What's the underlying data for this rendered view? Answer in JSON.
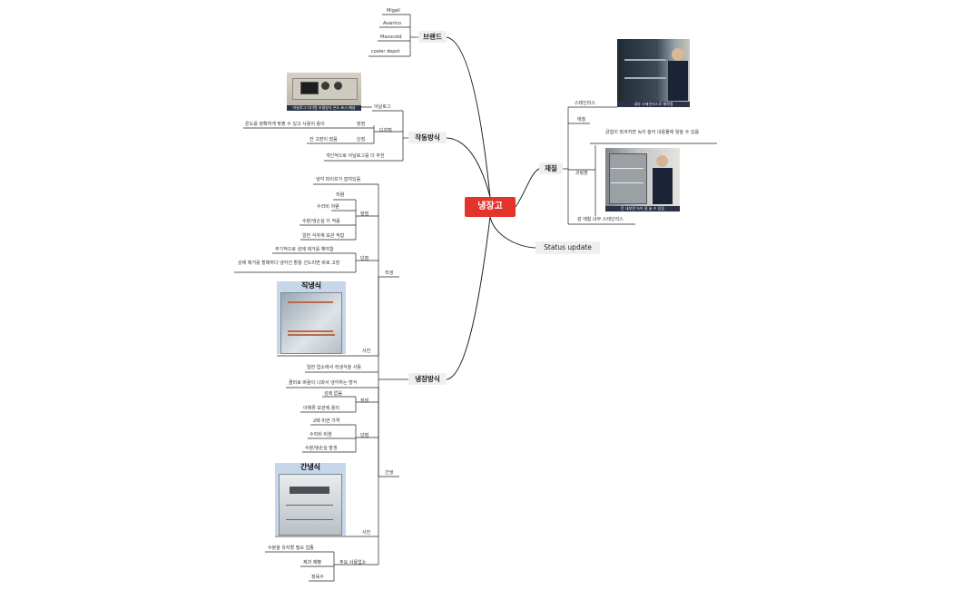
{
  "central": "냉장고",
  "status_update": "Status update",
  "brand": {
    "title": "브랜드",
    "items": [
      "Migali",
      "Avantco",
      "Maxxcold",
      "cooler depot"
    ]
  },
  "operation": {
    "title": "작동방식",
    "analog": "아날로그",
    "analog_photo_caption": "아날로그 다이얼 조절방식 온도 표시 패널",
    "digital": "디지털",
    "digital_pro_label": "장점",
    "digital_pro": "온도를 정확하게 맞출 수 있고 사용이 용이",
    "digital_con_label": "단점",
    "digital_con": "잔 고장이 많음",
    "recommend": "개인적으로 아날로그를 더 추천"
  },
  "material": {
    "title": "재질",
    "stainless": "스테인리스",
    "stainless_caption": "내부 스테인리스로 제작됨",
    "paint": "에칠",
    "paint_note": "긁힘이 벗겨지면 녹이 슬어 내용물에 닿을 수 있음",
    "coated": "코팅판",
    "coated_caption": "문 내부면 녹이 잘 슬 수 있음",
    "recommend": "겉 에칠 내부 스테인리스"
  },
  "cooling": {
    "title": "냉장방식",
    "direct": {
      "label": "직냉",
      "pipe": "냉각 파이프가 깔려있음",
      "pro_label": "장점",
      "pros": [
        "저렴",
        "수리비 저렴",
        "수분/냉손실 이 적음",
        "일반 식자재 보관 적합"
      ],
      "con_label": "단점",
      "cons": [
        "주기적으로 성에 제거를 해야함",
        "성에 제거를 할때하다 냉각선 할용 건드리면 바로 고장"
      ],
      "photo_label": "사진",
      "photo_title": "직냉식",
      "usage": "일반 업소에서 직냉식을 사용"
    },
    "indirect": {
      "label": "간냉",
      "fan": "쿨러로 바람이 나와서 냉각하는 방식",
      "pro_label": "장점",
      "pros": [
        "성에 없음",
        "아채류 보관에 용이"
      ],
      "con_label": "단점",
      "cons": [
        "2배 비싼 가격",
        "수리비 비쌈",
        "수분/냉손실 발생"
      ],
      "photo_label": "사진",
      "photo_title": "간냉식",
      "usage_label": "주요 사용업소",
      "usages": [
        "수분을 유지할 필요 업종",
        "제과 제빵",
        "정육수"
      ]
    }
  },
  "colors": {
    "central_bg": "#e2342b",
    "line": "#222222",
    "branch_bg": "#efefef"
  }
}
